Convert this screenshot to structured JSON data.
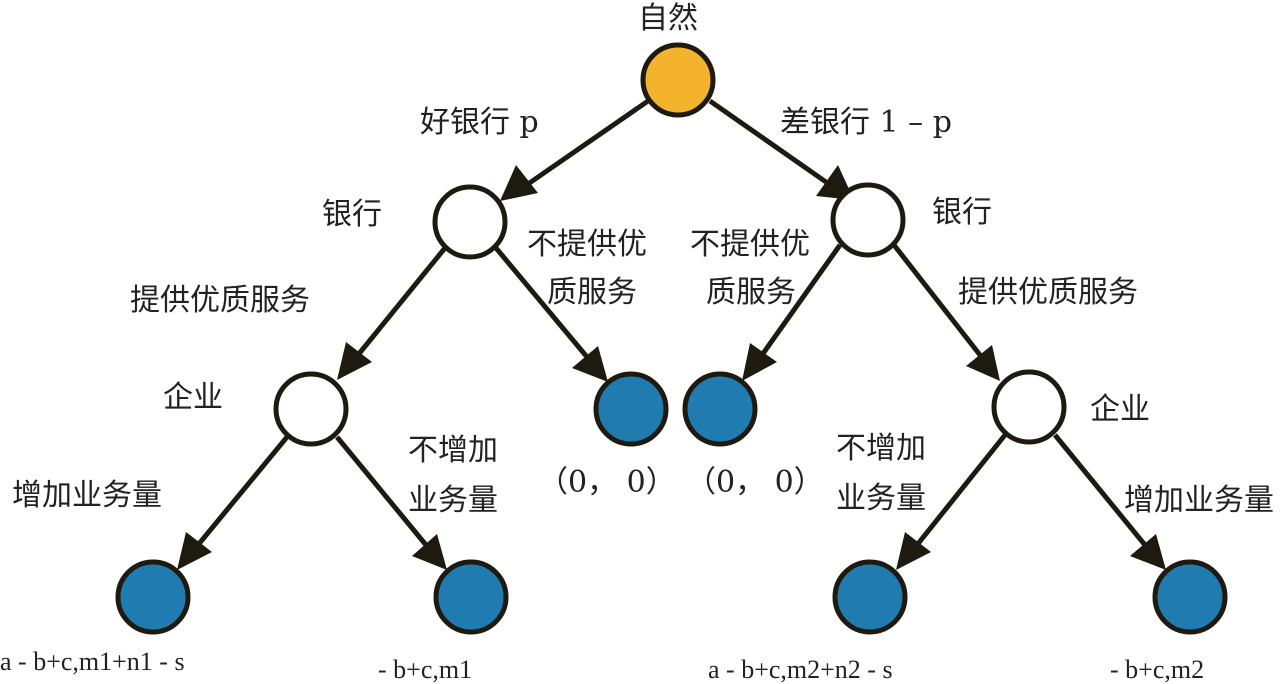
{
  "colors": {
    "chance_node": "#f3b32c",
    "decision_node": "#ffffff",
    "terminal_node": "#1f7bb0",
    "edge": "#1e1a10"
  },
  "labels": {
    "root": "自然",
    "good_bank": "好银行 p",
    "bad_bank": "差银行 1 – p",
    "left_bank": "银行",
    "right_bank": "银行",
    "left_provide": "提供优质服务",
    "left_not_provide_1": "不提供优",
    "left_not_provide_2": "质服务",
    "right_not_provide_1": "不提供优",
    "right_not_provide_2": "质服务",
    "right_provide": "提供优质服务",
    "left_firm": "企业",
    "right_firm": "企业",
    "left_increase": "增加业务量",
    "left_not_increase_1": "不增加",
    "left_not_increase_2": "业务量",
    "right_not_increase_1": "不增加",
    "right_not_increase_2": "业务量",
    "right_increase": "增加业务量"
  },
  "payoffs": {
    "left_no_service": "（0， 0）",
    "right_no_service": "（0， 0）",
    "left_increase": "a - b+c,m1+n1 - s",
    "left_not_increase": "- b+c,m1",
    "right_not_increase": "a - b+c,m2+n2 - s",
    "right_increase": "- b+c,m2"
  }
}
